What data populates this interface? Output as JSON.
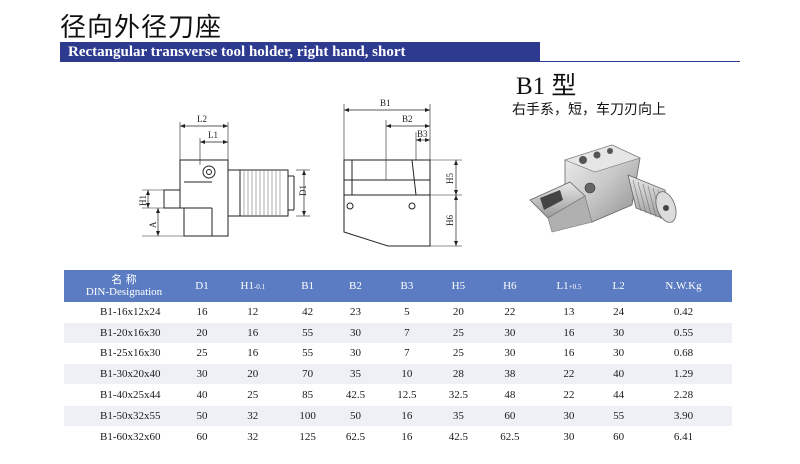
{
  "header": {
    "title_cn": "径向外径刀座",
    "banner_en": "Rectangular transverse tool holder, right hand, short"
  },
  "model": {
    "code": "B1 型",
    "description": "右手系，短，车刀刃向上"
  },
  "drawing": {
    "labels": {
      "L2": "L2",
      "L1": "L1",
      "D1": "D1",
      "H1": "H1",
      "A": "A",
      "B1": "B1",
      "B2": "B2",
      "B3": "B3",
      "H5": "H5",
      "H6": "H6"
    }
  },
  "table": {
    "header": {
      "name_cn": "名 称",
      "name_en": "DIN-Designation",
      "D1": "D1",
      "H1": "H1",
      "H1_tol": "-0.1",
      "B1": "B1",
      "B2": "B2",
      "B3": "B3",
      "H5": "H5",
      "H6": "H6",
      "L1": "L1",
      "L1_tol": "+0.5",
      "L2": "L2",
      "NWKg": "N.W.Kg"
    },
    "rows": [
      [
        "B1-16x12x24",
        "16",
        "12",
        "42",
        "23",
        "5",
        "20",
        "22",
        "13",
        "24",
        "0.42"
      ],
      [
        "B1-20x16x30",
        "20",
        "16",
        "55",
        "30",
        "7",
        "25",
        "30",
        "16",
        "30",
        "0.55"
      ],
      [
        "B1-25x16x30",
        "25",
        "16",
        "55",
        "30",
        "7",
        "25",
        "30",
        "16",
        "30",
        "0.68"
      ],
      [
        "B1-30x20x40",
        "30",
        "20",
        "70",
        "35",
        "10",
        "28",
        "38",
        "22",
        "40",
        "1.29"
      ],
      [
        "B1-40x25x44",
        "40",
        "25",
        "85",
        "42.5",
        "12.5",
        "32.5",
        "48",
        "22",
        "44",
        "2.28"
      ],
      [
        "B1-50x32x55",
        "50",
        "32",
        "100",
        "50",
        "16",
        "35",
        "60",
        "30",
        "55",
        "3.90"
      ],
      [
        "B1-60x32x60",
        "60",
        "32",
        "125",
        "62.5",
        "16",
        "42.5",
        "62.5",
        "30",
        "60",
        "6.41"
      ]
    ]
  }
}
